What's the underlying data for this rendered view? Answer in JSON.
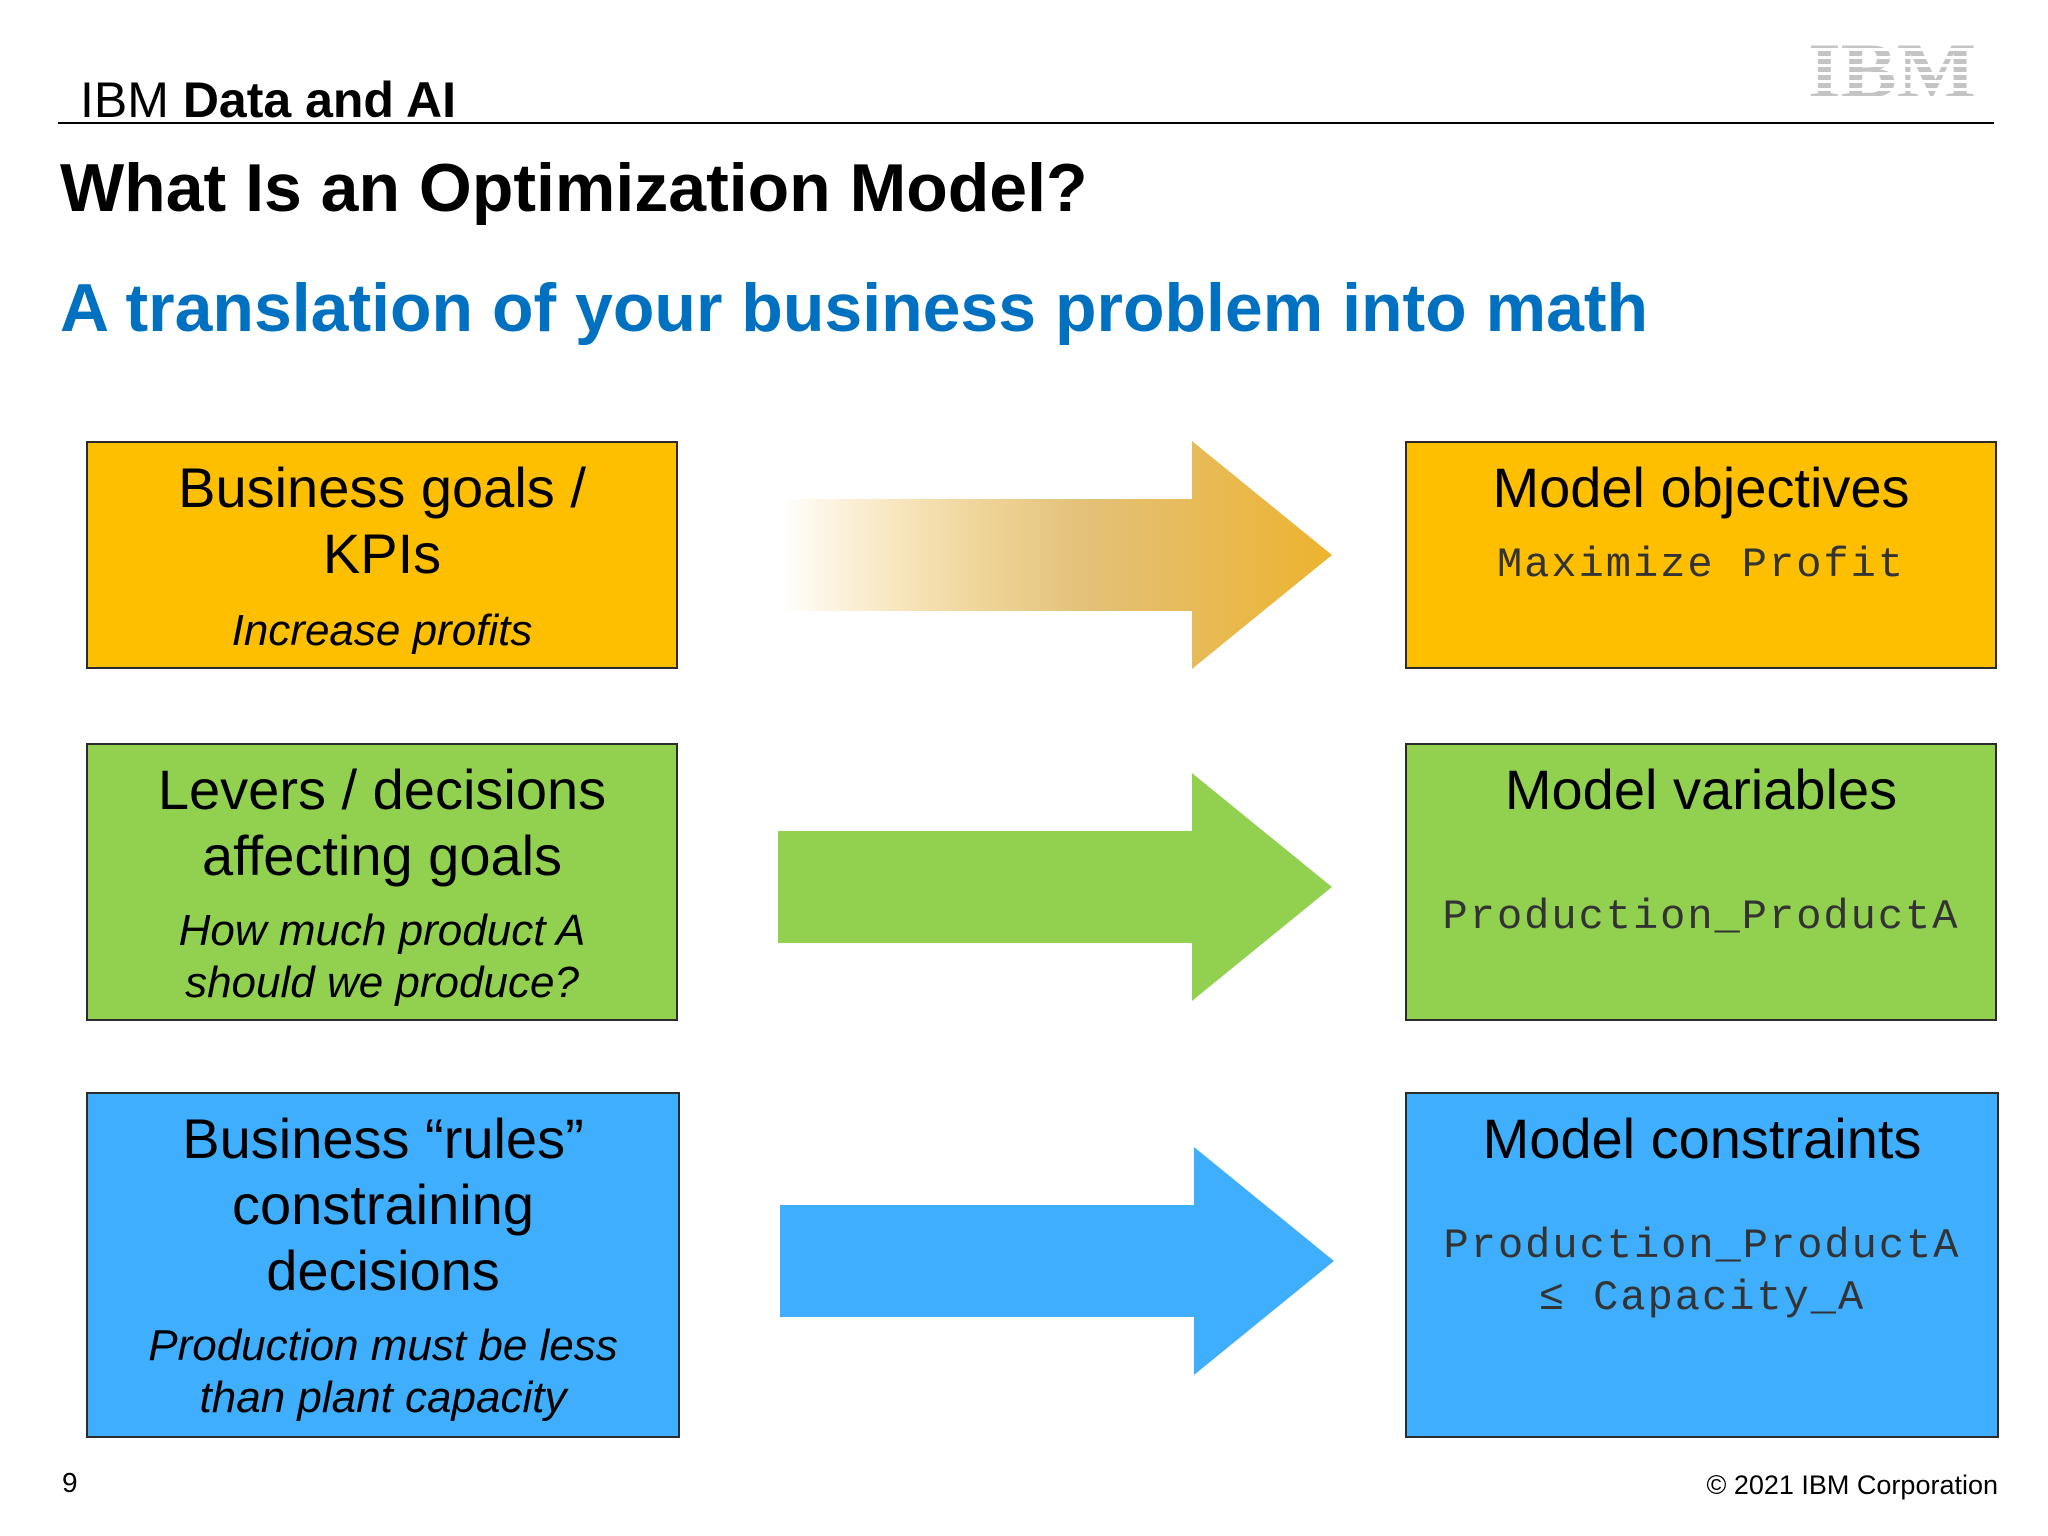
{
  "header": {
    "brand_regular": "IBM",
    "brand_bold": "Data and AI",
    "logo_text": "IBM"
  },
  "title": "What Is an Optimization Model?",
  "subtitle": "A translation of your business problem into math",
  "rows": [
    {
      "left": {
        "heading_lines": [
          "Business goals /",
          "KPIs"
        ],
        "example_lines": [
          "Increase profits"
        ]
      },
      "right": {
        "heading": "Model objectives",
        "code_lines": [
          "Maximize Profit"
        ]
      },
      "color": "#FDBF00",
      "arrow_color": "#EDB32D"
    },
    {
      "left": {
        "heading_lines": [
          "Levers / decisions",
          "affecting goals"
        ],
        "example_lines": [
          "How much product A",
          "should we produce?"
        ]
      },
      "right": {
        "heading": "Model variables",
        "code_lines": [
          "Production_ProductA"
        ]
      },
      "color": "#92D050",
      "arrow_color": "#92D050"
    },
    {
      "left": {
        "heading_lines": [
          "Business “rules”",
          "constraining",
          "decisions"
        ],
        "example_lines": [
          "Production must be less",
          "than plant capacity"
        ]
      },
      "right": {
        "heading": "Model constraints",
        "code_lines": [
          "Production_ProductA",
          "≤ Capacity_A"
        ]
      },
      "color": "#3FAEFD",
      "arrow_color": "#3FAEFD"
    }
  ],
  "footer": {
    "page_number": "9",
    "copyright": "© 2021 IBM Corporation"
  },
  "colors": {
    "subtitle_blue": "#0070C0",
    "rule": "#000000"
  }
}
